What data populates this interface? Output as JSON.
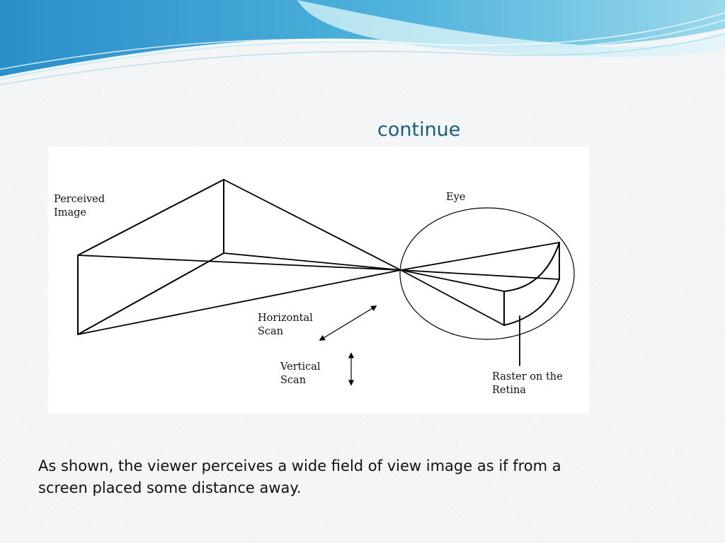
{
  "slide": {
    "title": "continue",
    "caption": "As shown, the viewer perceives a wide field of view image as if from a screen placed some distance away."
  },
  "diagram": {
    "labels": {
      "perceived_image_line1": "Perceived",
      "perceived_image_line2": "Image",
      "eye": "Eye",
      "horizontal_scan_line1": "Horizontal",
      "horizontal_scan_line2": "Scan",
      "vertical_scan_line1": "Vertical",
      "vertical_scan_line2": "Scan",
      "raster_line1": "Raster on the",
      "raster_line2": "Retina"
    }
  },
  "theme": {
    "title_color": "#1a5f7a",
    "wave_colors": [
      "#1e88c7",
      "#47b8d8",
      "#9fdcea"
    ]
  }
}
